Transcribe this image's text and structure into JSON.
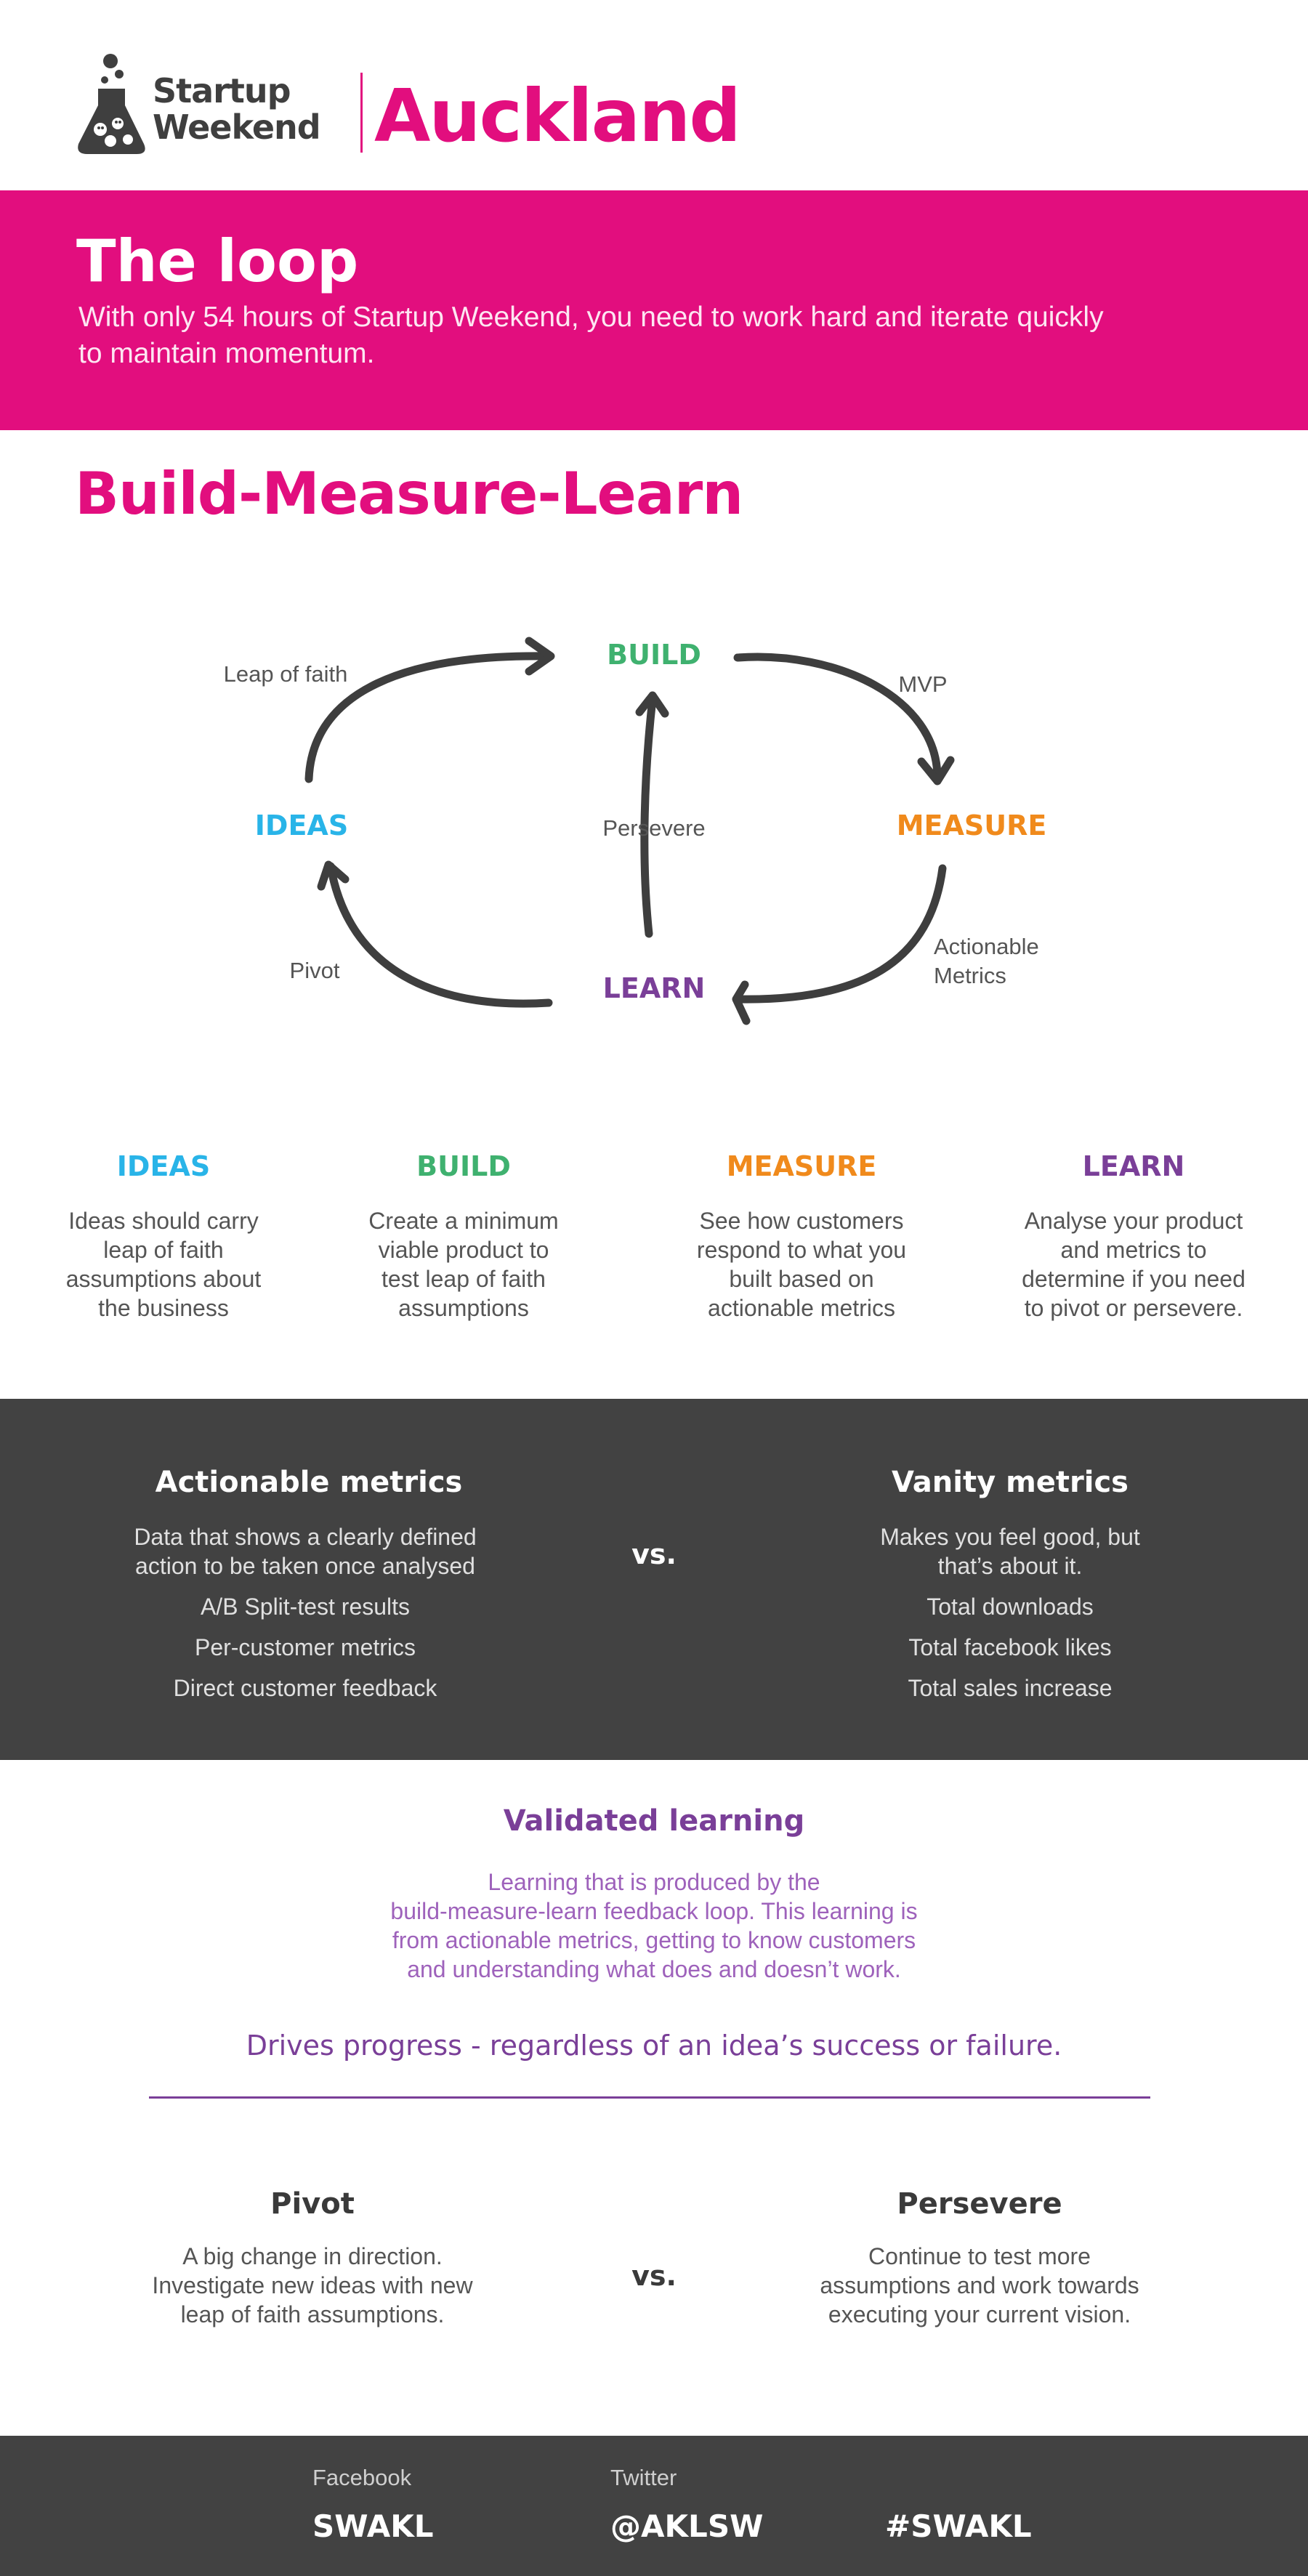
{
  "brand": {
    "line1": "Startup",
    "line2": "Weekend",
    "city": "Auckland"
  },
  "loop": {
    "title": "The loop",
    "description": "With only 54 hours of Startup Weekend, you need to work hard and iterate quickly to maintain momentum."
  },
  "bml": {
    "title": "Build-Measure-Learn"
  },
  "diagram": {
    "build": "BUILD",
    "ideas": "IDEAS",
    "measure": "MEASURE",
    "learn": "LEARN",
    "leap_of_faith": "Leap of faith",
    "mvp": "MVP",
    "persevere": "Persevere",
    "pivot": "Pivot",
    "actionable_metrics_1": "Actionable",
    "actionable_metrics_2": "Metrics"
  },
  "columns": [
    {
      "title": "IDEAS",
      "lines": [
        "Ideas should carry",
        "leap of faith",
        "assumptions about",
        "the business"
      ]
    },
    {
      "title": "BUILD",
      "lines": [
        "Create a minimum",
        "viable product to",
        "test leap of faith",
        "assumptions"
      ]
    },
    {
      "title": "MEASURE",
      "lines": [
        "See how customers",
        "respond to what you",
        "built based on",
        "actionable metrics"
      ]
    },
    {
      "title": "LEARN",
      "lines": [
        "Analyse your product",
        "and metrics to",
        "determine if you need",
        "to pivot or persevere."
      ]
    }
  ],
  "metrics": {
    "vs": "vs.",
    "actionable": {
      "title": "Actionable metrics",
      "items": [
        "Data that shows a clearly defined",
        "action to be taken once analysed",
        "A/B Split-test results",
        "Per-customer metrics",
        "Direct customer feedback"
      ]
    },
    "vanity": {
      "title": "Vanity metrics",
      "items": [
        "Makes you feel good, but",
        "that’s about it.",
        "Total downloads",
        "Total facebook likes",
        "Total sales increase"
      ]
    }
  },
  "validated": {
    "title": "Validated learning",
    "lines": [
      "Learning that is produced by the",
      "build-measure-learn feedback loop. This learning is",
      "from actionable metrics, getting to know customers",
      "and understanding what does and doesn’t work."
    ],
    "drives": "Drives progress - regardless of an idea’s success or failure."
  },
  "decision": {
    "vs": "vs.",
    "pivot": {
      "title": "Pivot",
      "lines": [
        "A big change in direction.",
        "Investigate new ideas with new",
        "leap of faith assumptions."
      ]
    },
    "persevere": {
      "title": "Persevere",
      "lines": [
        "Continue to test more",
        "assumptions and work towards",
        "executing your current vision."
      ]
    }
  },
  "footer": {
    "facebook_label": "Facebook",
    "facebook_handle": "SWAKL",
    "twitter_label": "Twitter",
    "twitter_handle": "@AKLSW",
    "hashtag": "#SWAKL"
  },
  "colors": {
    "pink": "#e20e7e",
    "ideas": "#29b4e8",
    "build": "#3fb16f",
    "measure": "#f08a1c",
    "learn": "#7a3f98",
    "dark": "#424242"
  }
}
